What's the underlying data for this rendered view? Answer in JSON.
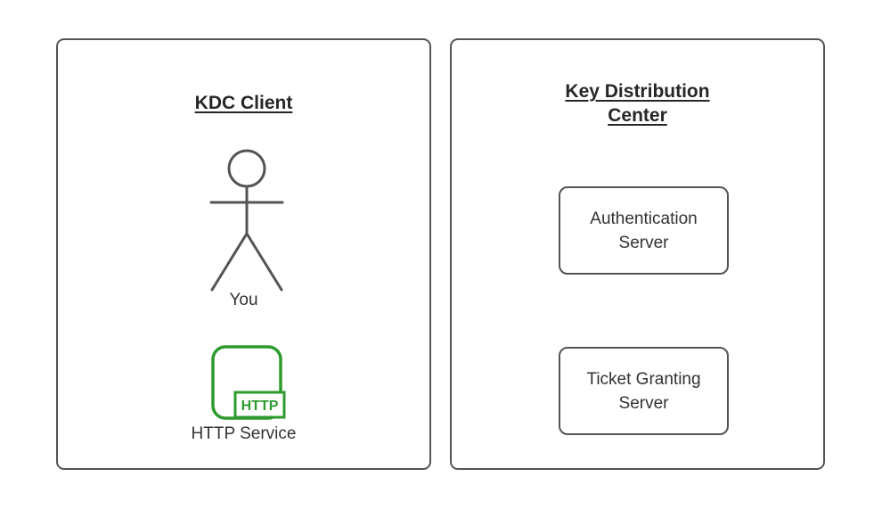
{
  "colors": {
    "panel_border": "#545454",
    "box_border": "#545454",
    "heading_text": "#262626",
    "label_text": "#333333",
    "icon_green": "#2E9B2E",
    "canvas_bg": "#ffffff"
  },
  "panels": {
    "client": {
      "title": "KDC Client",
      "actor_label": "You",
      "service_icon_text": "HTTP",
      "service_label": "HTTP Service"
    },
    "kdc": {
      "title": "Key Distribution Center",
      "boxes": [
        {
          "label": "Authentication Server"
        },
        {
          "label": "Ticket Granting Server"
        }
      ]
    }
  }
}
